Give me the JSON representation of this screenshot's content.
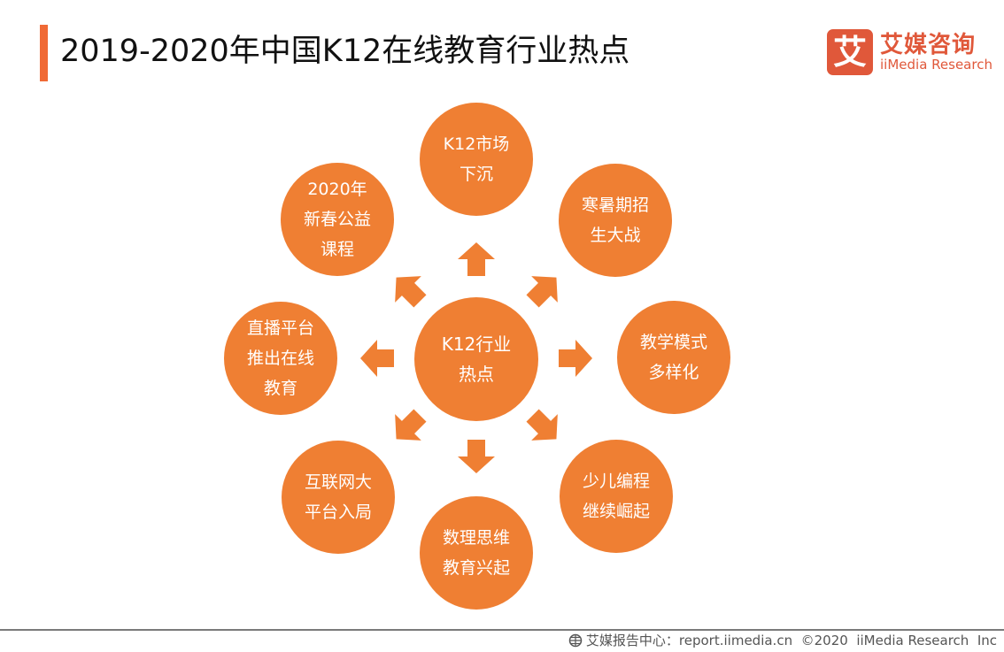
{
  "header": {
    "title": "2019-2020年中国K12在线教育行业热点",
    "accent_color": "#f06a35"
  },
  "logo": {
    "mark": "艾",
    "name_cn": "艾媒咨询",
    "name_en": "iiMedia Research",
    "color": "#e0583a"
  },
  "diagram": {
    "node_color": "#ef7f33",
    "center": {
      "label": "K12行业\n热点"
    },
    "nodes": [
      {
        "id": "top",
        "label": "K12市场\n下沉"
      },
      {
        "id": "top-right",
        "label": "寒暑期招\n生大战"
      },
      {
        "id": "right",
        "label": "教学模式\n多样化"
      },
      {
        "id": "bottom-right",
        "label": "少儿编程\n继续崛起"
      },
      {
        "id": "bottom",
        "label": "数理思维\n教育兴起"
      },
      {
        "id": "bottom-left",
        "label": "互联网大\n平台入局"
      },
      {
        "id": "left",
        "label": "直播平台\n推出在线\n教育"
      },
      {
        "id": "top-left",
        "label": "2020年\n新春公益\n课程"
      }
    ]
  },
  "footer": {
    "icon": "globe-icon",
    "text": "艾媒报告中心：report.iimedia.cn  ©2020  iiMedia Research  Inc"
  }
}
